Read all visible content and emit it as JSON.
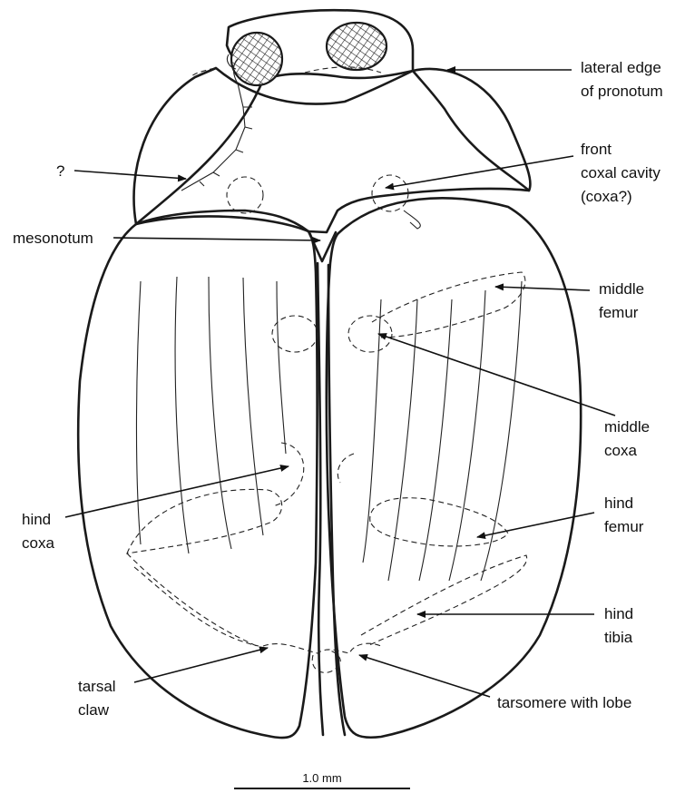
{
  "figure": {
    "labels": {
      "lateral_edge": [
        "lateral edge",
        "of pronotum"
      ],
      "question": [
        "?"
      ],
      "front_coxal_cavity": [
        "front",
        "coxal cavity",
        "(coxa?)"
      ],
      "mesonotum": [
        "mesonotum"
      ],
      "middle_femur": [
        "middle",
        "femur"
      ],
      "middle_coxa": [
        "middle",
        "coxa"
      ],
      "hind_coxa": [
        "hind",
        "coxa"
      ],
      "hind_femur": [
        "hind",
        "femur"
      ],
      "hind_tibia": [
        "hind",
        "tibia"
      ],
      "tarsal_claw": [
        "tarsal",
        "claw"
      ],
      "tarsomere": [
        "tarsomere with lobe"
      ]
    },
    "scale_bar": {
      "label": "1.0 mm"
    }
  }
}
